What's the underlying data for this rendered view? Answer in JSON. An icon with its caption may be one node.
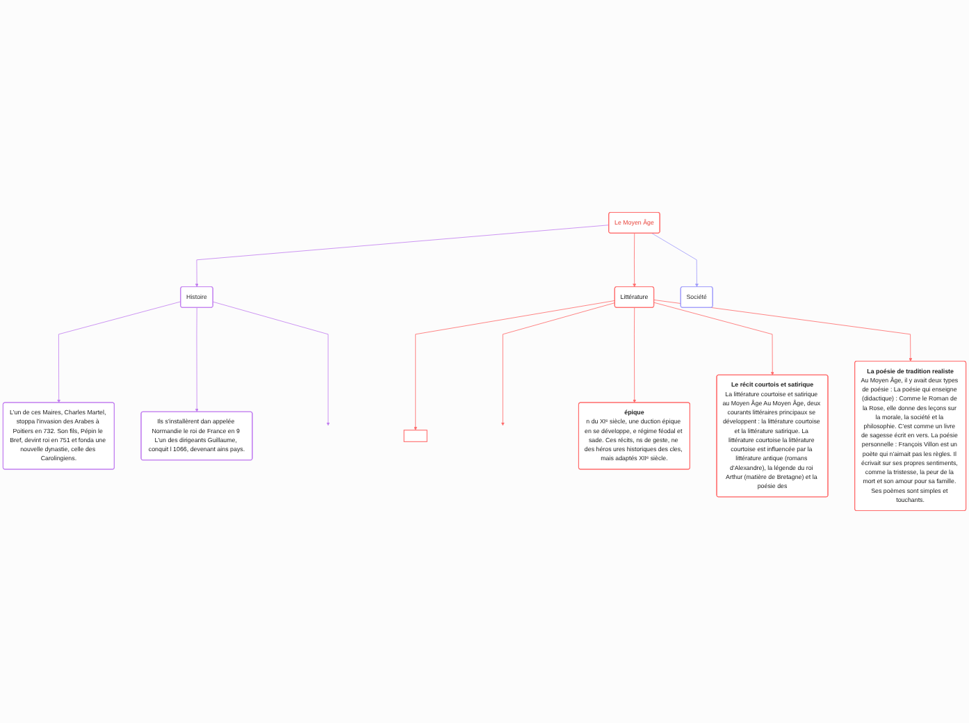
{
  "diagram": {
    "nodes": [
      {
        "text": [
          "Le Moyen Âge"
        ]
      },
      {
        "text": [
          "Société"
        ]
      },
      {
        "text": [
          "Histoire"
        ]
      },
      {
        "text": [
          "L'un de ces Maires, Charles Martel, stoppa l'invasion des Arabes à Poitiers en 732. Son fils, Pépin le Bref, devint roi en 751 et fonda une nouvelle dynastie, celle des Carolingiens."
        ]
      },
      {
        "text": [
          "Ils s'installèrent dan appelée Normandie le roi de France en 9 L'un des dirigeants Guillaume, conquit l 1066, devenant ains pays."
        ]
      },
      {
        "text": [
          "Littérature"
        ]
      },
      {
        "text": [],
        "shape": "box"
      },
      {
        "text": [
          "épique",
          "n du XIᵉ siècle, une duction épique en se développe, e régime féodal et sade. Ces récits, ns de geste, ne des héros ures historiques des cles, mais adaptés XIIᵉ siècle."
        ]
      },
      {
        "text": [
          "Le récit courtois et satirique",
          "La littérature courtoise et satirique au Moyen Âge Au Moyen Âge, deux courants littéraires principaux se développent : la littérature courtoise et la littérature satirique. La littérature courtoise la littérature courtoise est influencée par la littérature antique (romans d'Alexandre), la légende du roi Arthur (matière de Bretagne) et la poésie des"
        ]
      },
      {
        "text": [
          "La poésie de tradition realiste",
          "Au Moyen Âge, il y avait deux types de poésie : La poésie qui enseigne (didactique) : Comme le Roman de la Rose, elle donne des leçons sur la morale, la société et la philosophie. C'est comme un livre de sagesse écrit en vers. La poésie personnelle : François Villon est un poète qui n'aimait pas les règles. Il écrivait sur ses propres sentiments, comme la tristesse, la peur de la mort et son amour pour sa famille. Ses poèmes sont simples et touchants."
        ]
      }
    ],
    "edges": [
      {
        "from": 0,
        "to": 1,
        "arrow": "to",
        "color": "#a09cfb"
      },
      {
        "from": 0,
        "to": 2,
        "arrow": "to",
        "color": "#c27ff0"
      },
      {
        "from": 0,
        "to": 5,
        "arrow": "to"
      },
      {
        "from": 2,
        "to": 3,
        "arrow": "to",
        "color": "#c27ff0"
      },
      {
        "from": 2,
        "to": 4,
        "arrow": "to",
        "color": "#c27ff0"
      },
      {
        "from": 2,
        "to": null,
        "arrow": "to",
        "color": "#c27ff0"
      },
      {
        "from": 5,
        "to": 6,
        "arrow": "to"
      },
      {
        "from": 5,
        "to": null,
        "arrow": "to"
      },
      {
        "from": 5,
        "to": 7,
        "arrow": "to"
      },
      {
        "from": 5,
        "to": 8,
        "arrow": "to"
      },
      {
        "from": 5,
        "to": 9,
        "arrow": "to"
      }
    ]
  }
}
